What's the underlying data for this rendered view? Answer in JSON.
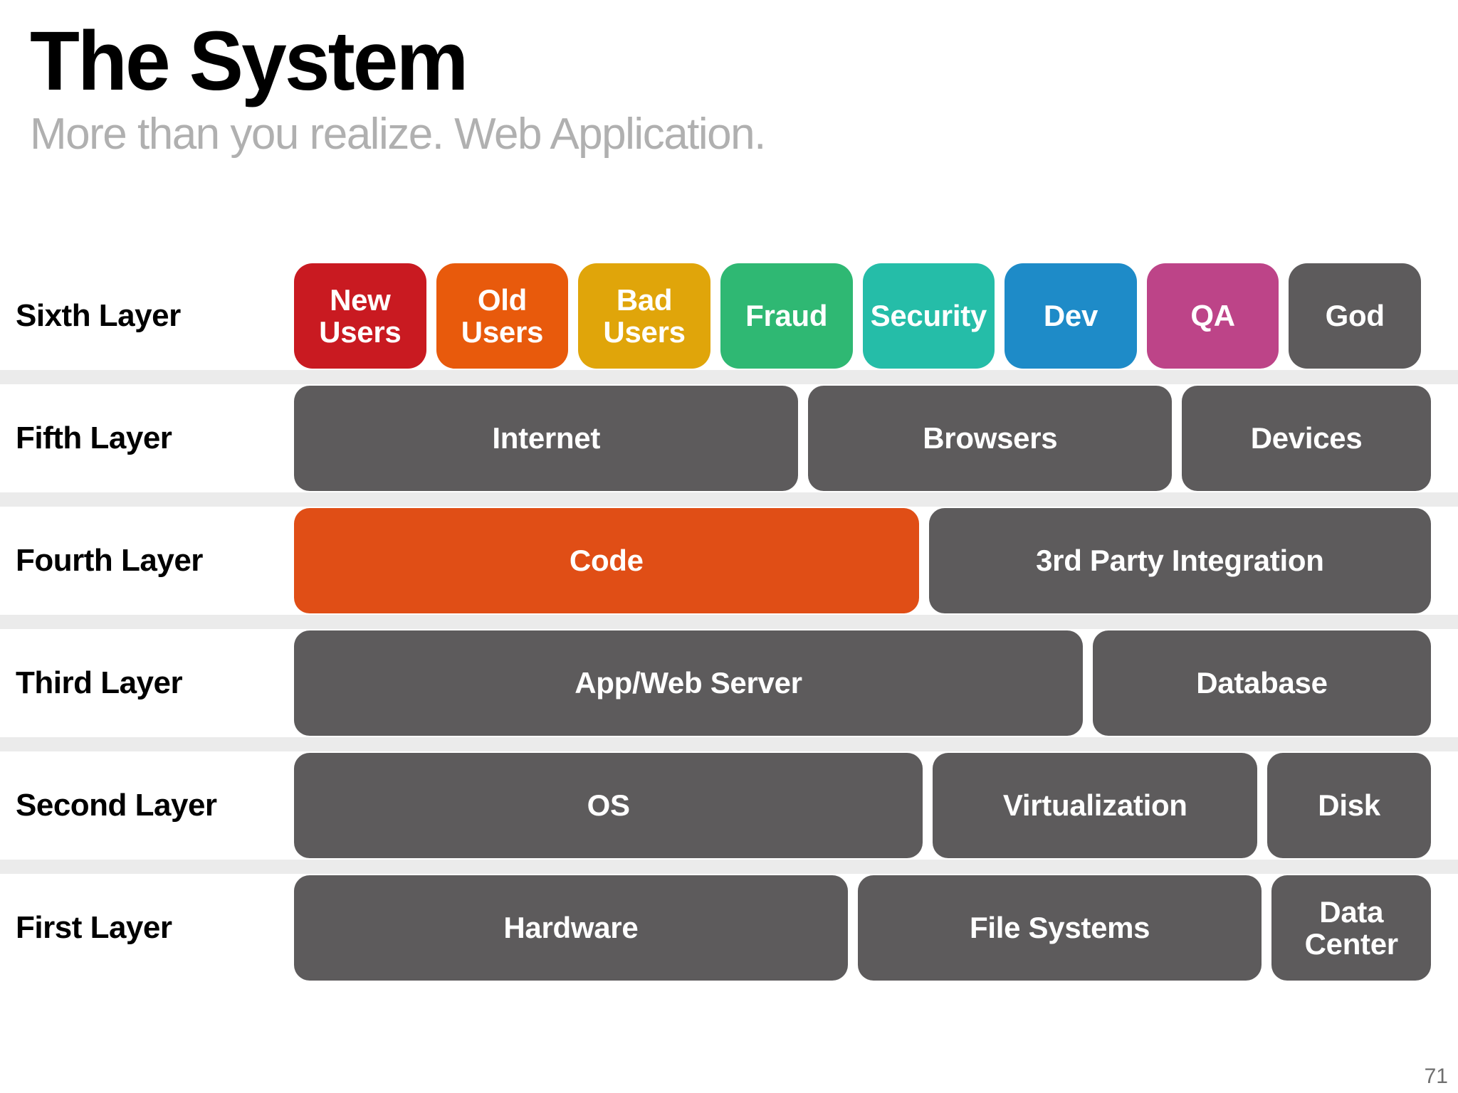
{
  "header": {
    "title": "The System",
    "subtitle": "More than you realize. Web Application."
  },
  "colors": {
    "gray_box": "#5d5b5c",
    "divider": "#ebebeb",
    "new_users": "#c91a21",
    "old_users": "#e85a0c",
    "bad_users": "#e0a50a",
    "fraud": "#2fb873",
    "security": "#25bda8",
    "dev": "#1e8bc8",
    "qa": "#bd4488",
    "god": "#5d5b5c",
    "code": "#e04e16",
    "title_color": "#000000",
    "subtitle_color": "#b0b0b0"
  },
  "layers": [
    {
      "label": "Sixth Layer",
      "boxes": [
        {
          "text": "New\nUsers",
          "color": "#c91a21",
          "flex": 138
        },
        {
          "text": "Old\nUsers",
          "color": "#e85a0c",
          "flex": 138
        },
        {
          "text": "Bad\nUsers",
          "color": "#e0a50a",
          "flex": 138
        },
        {
          "text": "Fraud",
          "color": "#2fb873",
          "flex": 138
        },
        {
          "text": "Security",
          "color": "#25bda8",
          "flex": 138
        },
        {
          "text": "Dev",
          "color": "#1e8bc8",
          "flex": 138
        },
        {
          "text": "QA",
          "color": "#bd4488",
          "flex": 138
        },
        {
          "text": "God",
          "color": "#5d5b5c",
          "flex": 138
        }
      ]
    },
    {
      "label": "Fifth Layer",
      "boxes": [
        {
          "text": "Internet",
          "color": "#5d5b5c",
          "flex": 560
        },
        {
          "text": "Browsers",
          "color": "#5d5b5c",
          "flex": 400
        },
        {
          "text": "Devices",
          "color": "#5d5b5c",
          "flex": 270
        }
      ]
    },
    {
      "label": "Fourth Layer",
      "boxes": [
        {
          "text": "Code",
          "color": "#e04e16",
          "flex": 700
        },
        {
          "text": "3rd Party Integration",
          "color": "#5d5b5c",
          "flex": 560
        }
      ]
    },
    {
      "label": "Third Layer",
      "boxes": [
        {
          "text": "App/Web Server",
          "color": "#5d5b5c",
          "flex": 880
        },
        {
          "text": "Database",
          "color": "#5d5b5c",
          "flex": 370
        }
      ]
    },
    {
      "label": "Second Layer",
      "boxes": [
        {
          "text": "OS",
          "color": "#5d5b5c",
          "flex": 730
        },
        {
          "text": "Virtualization",
          "color": "#5d5b5c",
          "flex": 370
        },
        {
          "text": "Disk",
          "color": "#5d5b5c",
          "flex": 180
        }
      ]
    },
    {
      "label": "First Layer",
      "boxes": [
        {
          "text": "Hardware",
          "color": "#5d5b5c",
          "flex": 580
        },
        {
          "text": "File Systems",
          "color": "#5d5b5c",
          "flex": 420
        },
        {
          "text": "Data\nCenter",
          "color": "#5d5b5c",
          "flex": 158
        }
      ]
    }
  ],
  "footer": {
    "page_number": "71"
  }
}
